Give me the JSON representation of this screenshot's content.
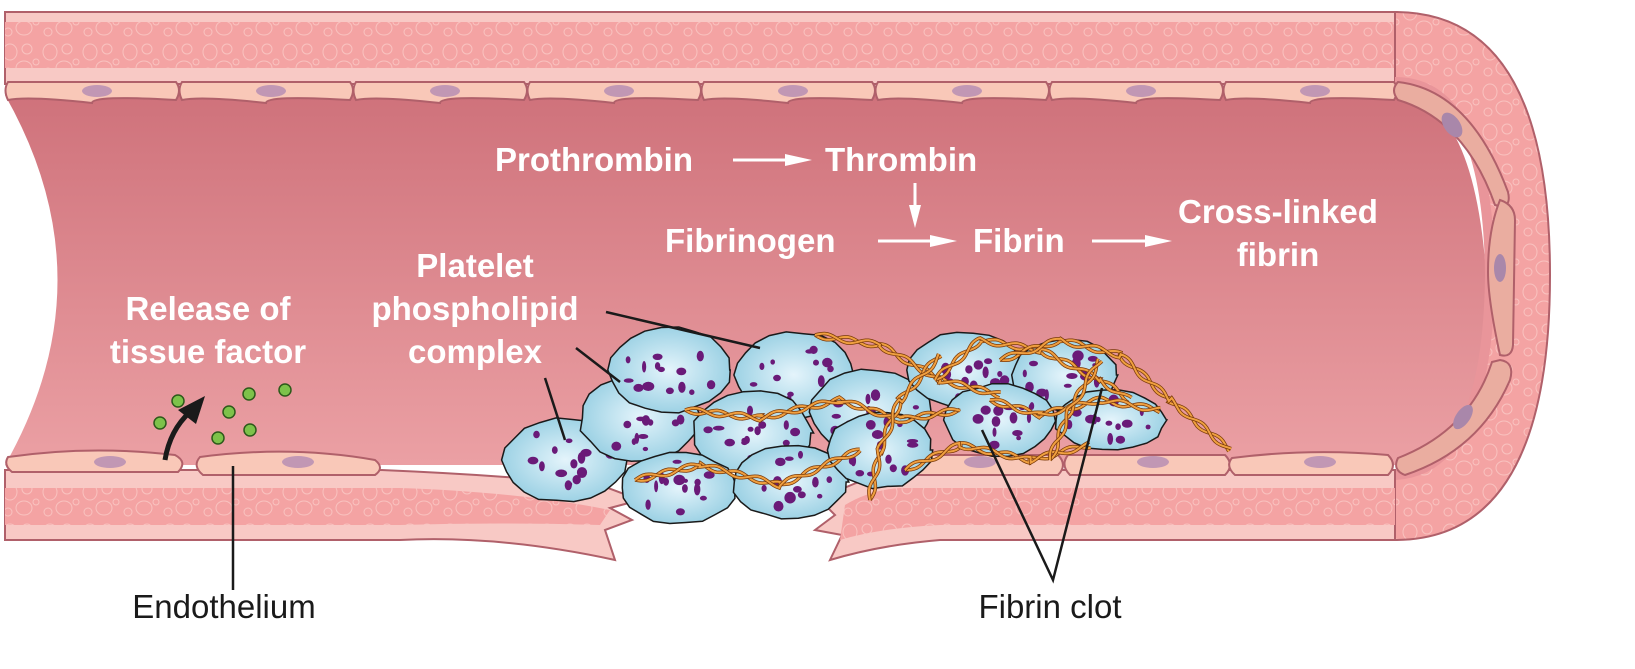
{
  "title": "Blood clot formation in a vessel",
  "pathway": {
    "prothrombin": "Prothrombin",
    "thrombin": "Thrombin",
    "fibrinogen": "Fibrinogen",
    "fibrin": "Fibrin",
    "cross_linked_line1": "Cross-linked",
    "cross_linked_line2": "fibrin"
  },
  "labels": {
    "release_line1": "Release of",
    "release_line2": "tissue factor",
    "platelet_line1": "Platelet",
    "platelet_line2": "phospholipid",
    "platelet_line3": "complex",
    "endothelium": "Endothelium",
    "fibrin_clot": "Fibrin clot"
  },
  "colors": {
    "lumen_top": "#cf727b",
    "lumen_bottom": "#ea9ca1",
    "wall": "#f4a3a3",
    "wall_light": "#f8c9c5",
    "endothelial_cell": "#f9c8b8",
    "nucleus": "#c197b4",
    "outline": "#b0606a",
    "platelet": "#a8d8ea",
    "platelet_dot": "#6a1a78",
    "fibrin_strand": "#e8902a",
    "tissue_factor": "#7dc24a",
    "text_white": "#ffffff",
    "text_dark": "#1a1a1a"
  }
}
